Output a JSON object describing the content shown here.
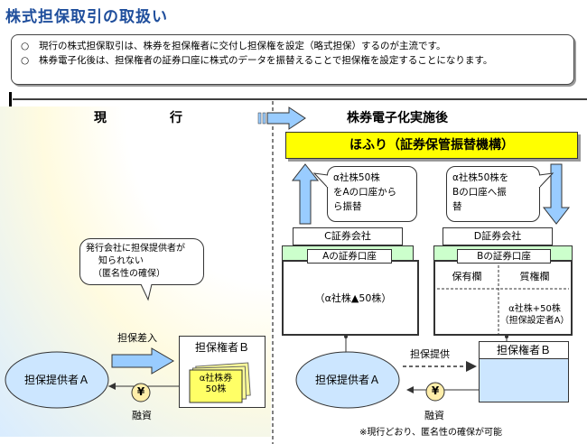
{
  "title": "株式担保取引の取扱い",
  "notes": [
    {
      "mark": "○",
      "text": "現行の株式担保取引は、株券を担保権者に交付し担保権を設定（略式担保）するのが主流です。"
    },
    {
      "mark": "○",
      "text": "株券電子化後は、担保権者の証券口座に株式のデータを振替えることで担保権を設定することになります。"
    }
  ],
  "left": {
    "heading": "現　　　　　行",
    "issuer_note": [
      "発行会社に担保提供者が",
      "知られない",
      "（匿名性の確保）"
    ],
    "arrow_label": "担保差入",
    "pledgor": "担保提供者Ａ",
    "pledgee_title": "担保権者Ｂ",
    "certificate": [
      "α社株券",
      "50株"
    ],
    "yen": "¥",
    "financing": "融資"
  },
  "right": {
    "heading": "株券電子化実施後",
    "hofuri": "ほふり（証券保管振替機構）",
    "bubble_c": [
      "α社株50株",
      "をAの口座から",
      "ら振替"
    ],
    "bubble_d": [
      "α社株50株を",
      "Bの口座へ振",
      "替"
    ],
    "c_firm": "C証券会社",
    "a_account": "Aの証券口座",
    "a_holding": "（α社株▲50株）",
    "d_firm": "D証券会社",
    "b_account": "Bの証券口座",
    "col_holding": "保有欄",
    "col_pledge": "質権欄",
    "b_pledge": [
      "α社株+50株",
      "（担保設定者A）"
    ],
    "pledgor": "担保提供者Ａ",
    "pledge_label": "担保提供",
    "pledgee": "担保権者Ｂ",
    "yen": "¥",
    "financing": "融資",
    "footnote": "※現行どおり、匿名性の確保が可能"
  },
  "colors": {
    "title": "#1f4e9c",
    "hofuri_yellow": "#ffff00",
    "light_blue": "#cce6ff",
    "arrow_blue": "#99ccff",
    "green_strip": "#ccffcc"
  }
}
